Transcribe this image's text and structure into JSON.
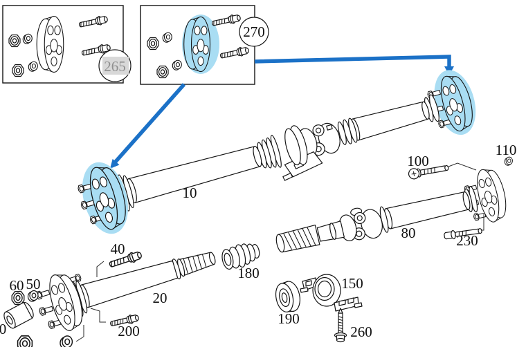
{
  "diagram_kind": "driveshaft-parts-exploded-diagram",
  "callouts": {
    "kit_265": "265",
    "kit_270": "270"
  },
  "part_labels": {
    "main_driveshaft_10": "10",
    "front_shaft_20": "20",
    "partial_label_left_edge": "0",
    "bolt_40": "40",
    "washer_50": "50",
    "nut_60": "60",
    "rear_shaft_80": "80",
    "bolt_100": "100",
    "washer_110": "110",
    "center_bearing_150": "150",
    "boot_180": "180",
    "bearing_ring_190": "190",
    "bolt_200": "200",
    "bolt_230": "230",
    "screw_260": "260"
  },
  "colors": {
    "highlight_fill": "#a9ddf3",
    "arrow_blue": "#1b71c7",
    "line": "#141414",
    "muted_badge_bg": "#d8d8d8",
    "muted_badge_text": "#8f8f8f",
    "background": "#ffffff"
  }
}
